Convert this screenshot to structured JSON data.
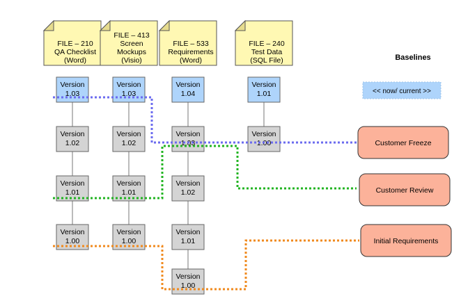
{
  "files": [
    {
      "id": "file-210",
      "lines": [
        "FILE – 210",
        "QA Checklist",
        "(Word)"
      ]
    },
    {
      "id": "file-413",
      "lines": [
        "FILE – 413",
        "Screen",
        "Mockups",
        "(Visio)"
      ]
    },
    {
      "id": "file-533",
      "lines": [
        "FILE – 533",
        "Requirements",
        "(Word)"
      ]
    },
    {
      "id": "file-240",
      "lines": [
        "FILE – 240",
        "Test Data",
        "(SQL File)"
      ]
    }
  ],
  "versions": {
    "file-210": [
      {
        "label": "Version",
        "num": "1.03",
        "current": true
      },
      {
        "label": "Version",
        "num": "1.02",
        "current": false
      },
      {
        "label": "Version",
        "num": "1.01",
        "current": false
      },
      {
        "label": "Version",
        "num": "1.00",
        "current": false
      }
    ],
    "file-413": [
      {
        "label": "Version",
        "num": "1.03",
        "current": true
      },
      {
        "label": "Version",
        "num": "1.02",
        "current": false
      },
      {
        "label": "Version",
        "num": "1.01",
        "current": false
      },
      {
        "label": "Version",
        "num": "1.00",
        "current": false
      }
    ],
    "file-533": [
      {
        "label": "Version",
        "num": "1.04",
        "current": true
      },
      {
        "label": "Version",
        "num": "1.03",
        "current": false
      },
      {
        "label": "Version",
        "num": "1.02",
        "current": false
      },
      {
        "label": "Version",
        "num": "1.01",
        "current": false
      },
      {
        "label": "Version",
        "num": "1.00",
        "current": false
      }
    ],
    "file-240": [
      {
        "label": "Version",
        "num": "1.01",
        "current": true
      },
      {
        "label": "Version",
        "num": "1.00",
        "current": false
      }
    ]
  },
  "baselines_title": "Baselines",
  "now_current_label": "<< now/ current >>",
  "baselines": [
    {
      "id": "customer-freeze",
      "label": "Customer Freeze",
      "color": "#6b6bef"
    },
    {
      "id": "customer-review",
      "label": "Customer Review",
      "color": "#22b422"
    },
    {
      "id": "initial-requirements",
      "label": "Initial Requirements",
      "color": "#f08a1e"
    }
  ],
  "colors": {
    "note_fill": "#fff8b3",
    "current_fill": "#aed4fb",
    "version_fill": "#d4d4d4",
    "baseline_fill": "#fcb29a",
    "baseline_border": "#333333"
  }
}
